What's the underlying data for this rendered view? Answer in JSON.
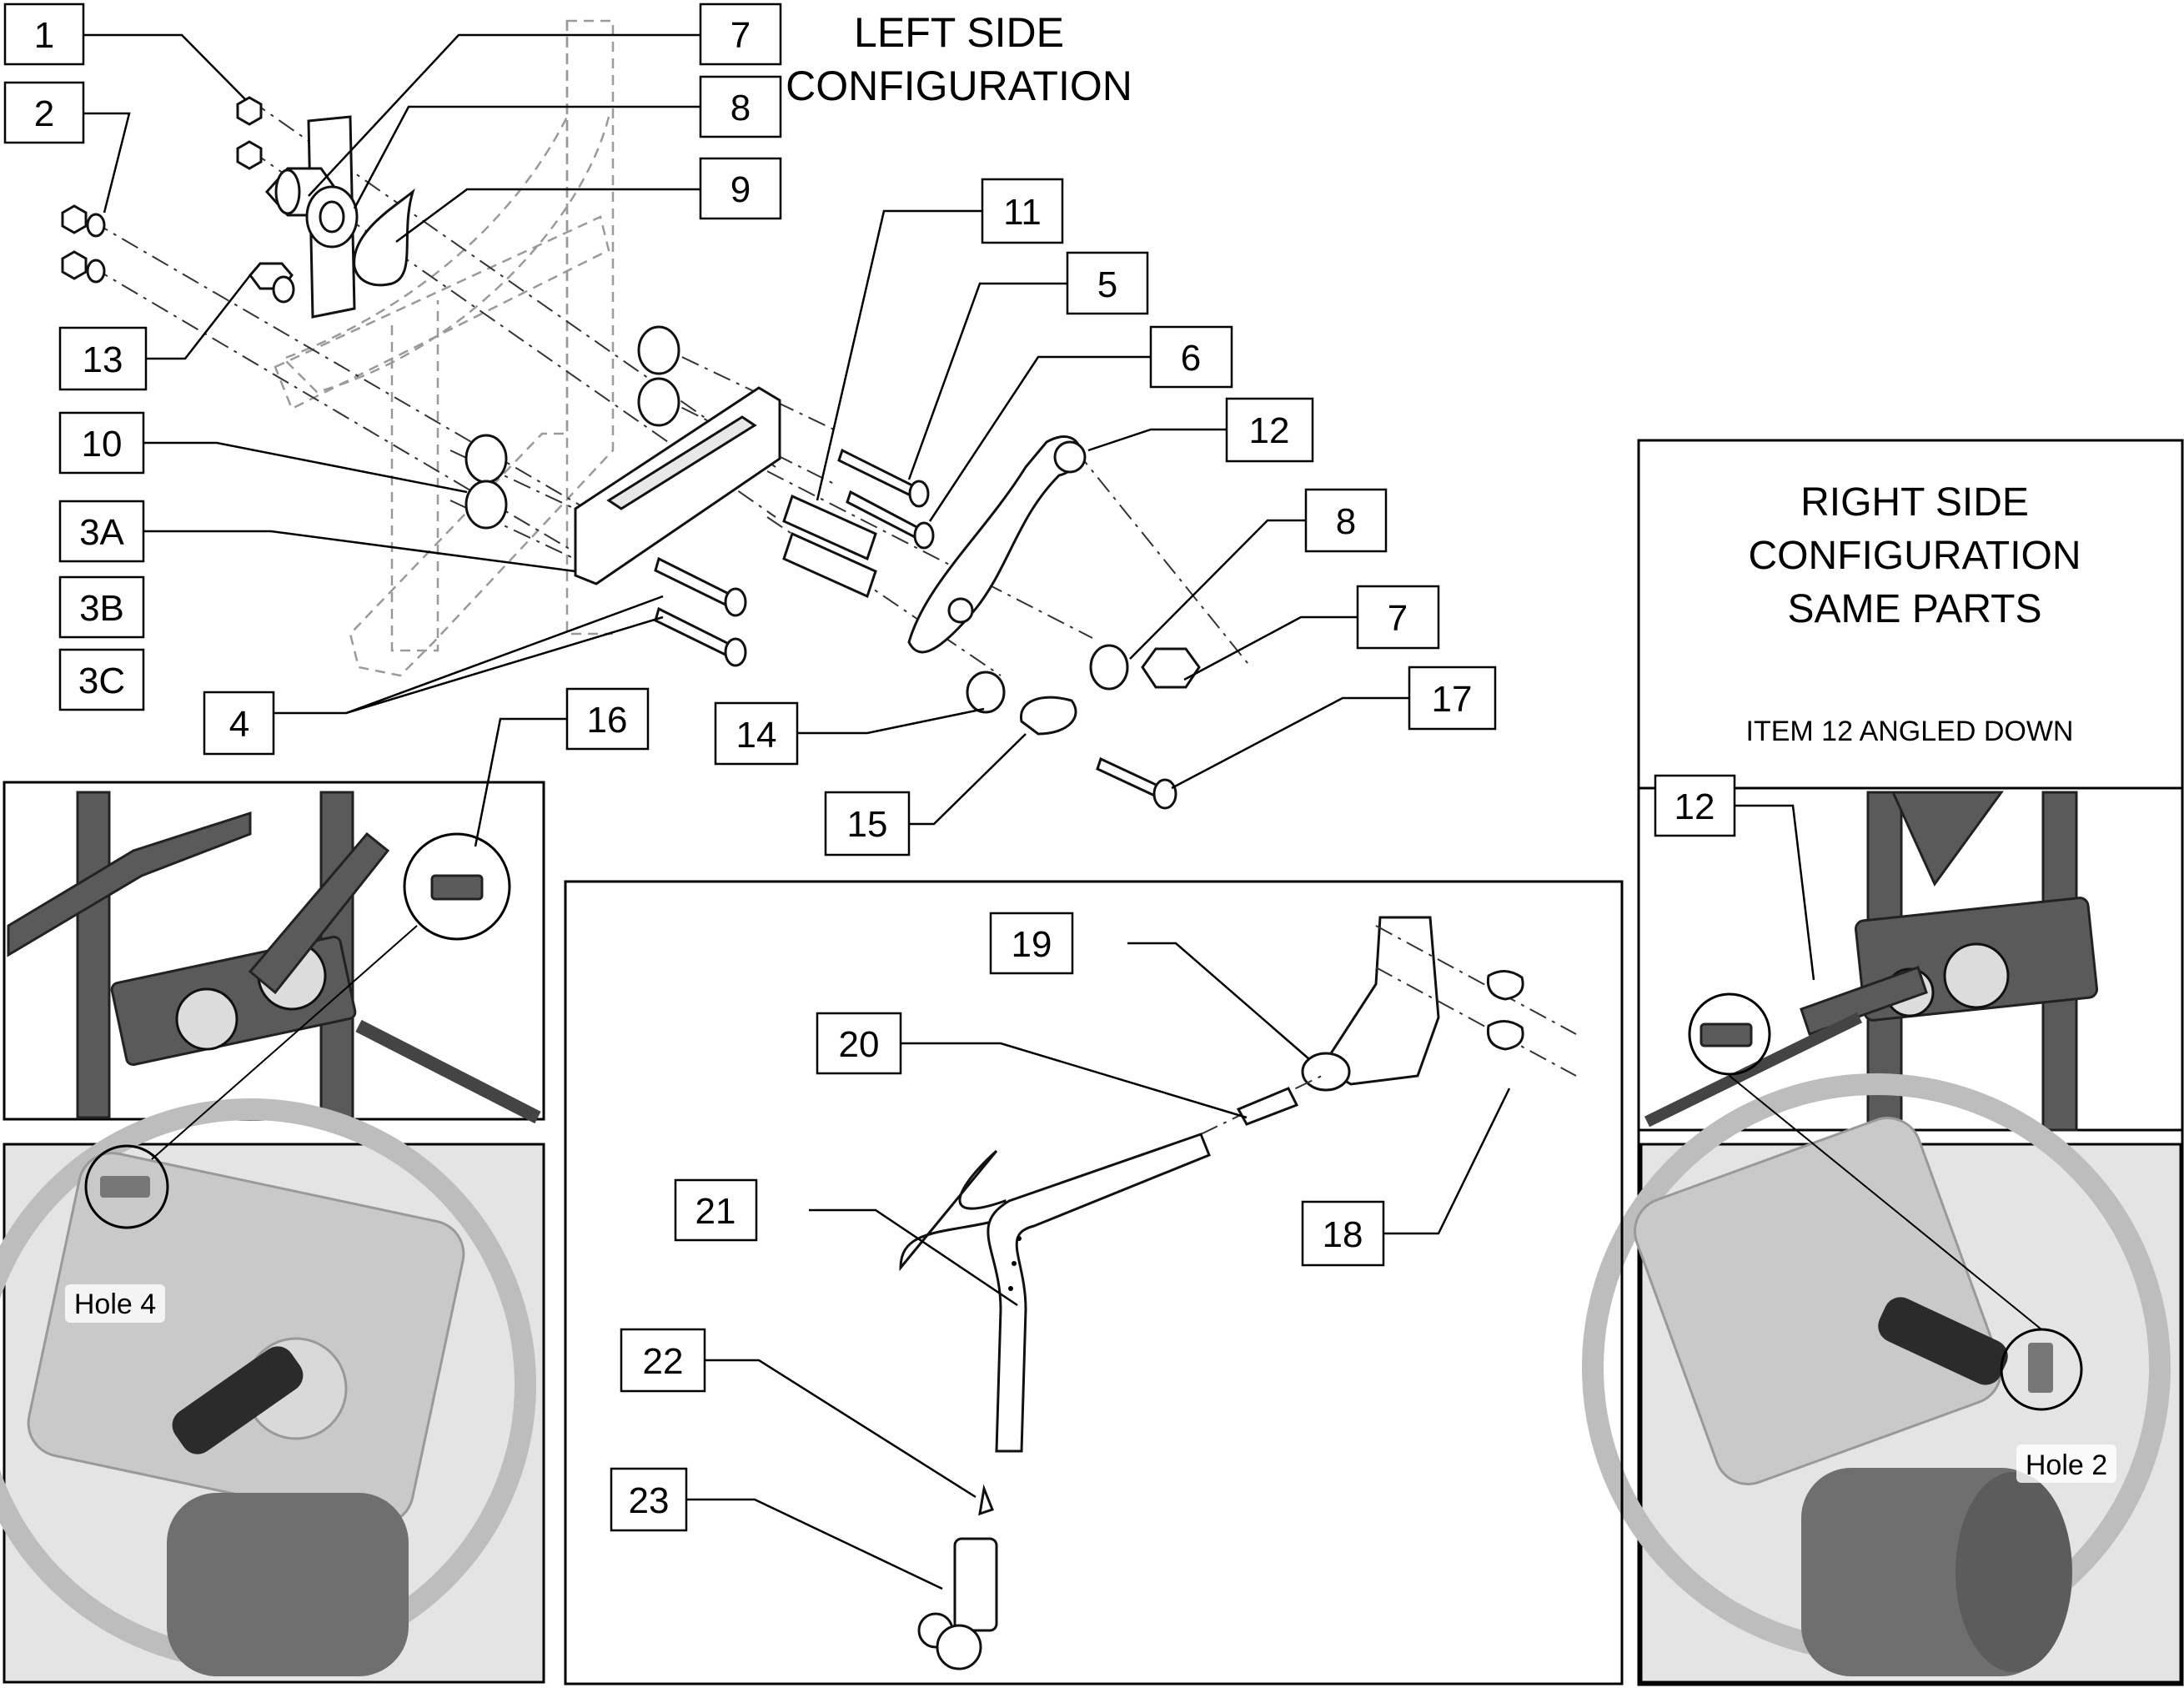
{
  "titles": {
    "left_line1": "LEFT SIDE",
    "left_line2": "CONFIGURATION",
    "right_line1": "RIGHT SIDE",
    "right_line2": "CONFIGURATION",
    "right_line3": "SAME PARTS",
    "note": "ITEM 12 ANGLED DOWN"
  },
  "photo_labels": {
    "hole_left": "Hole 4",
    "hole_right": "Hole 2"
  },
  "callouts": [
    "1",
    "2",
    "7",
    "8",
    "9",
    "13",
    "10",
    "3A",
    "3B",
    "3C",
    "4",
    "11",
    "5",
    "6",
    "12",
    "8",
    "7",
    "17",
    "14",
    "15",
    "16",
    "19",
    "20",
    "21",
    "18",
    "22",
    "23",
    "12"
  ],
  "colors": {
    "line": "#000000",
    "shade": "#d9d9d9",
    "dark_part": "#5a5a5a"
  }
}
